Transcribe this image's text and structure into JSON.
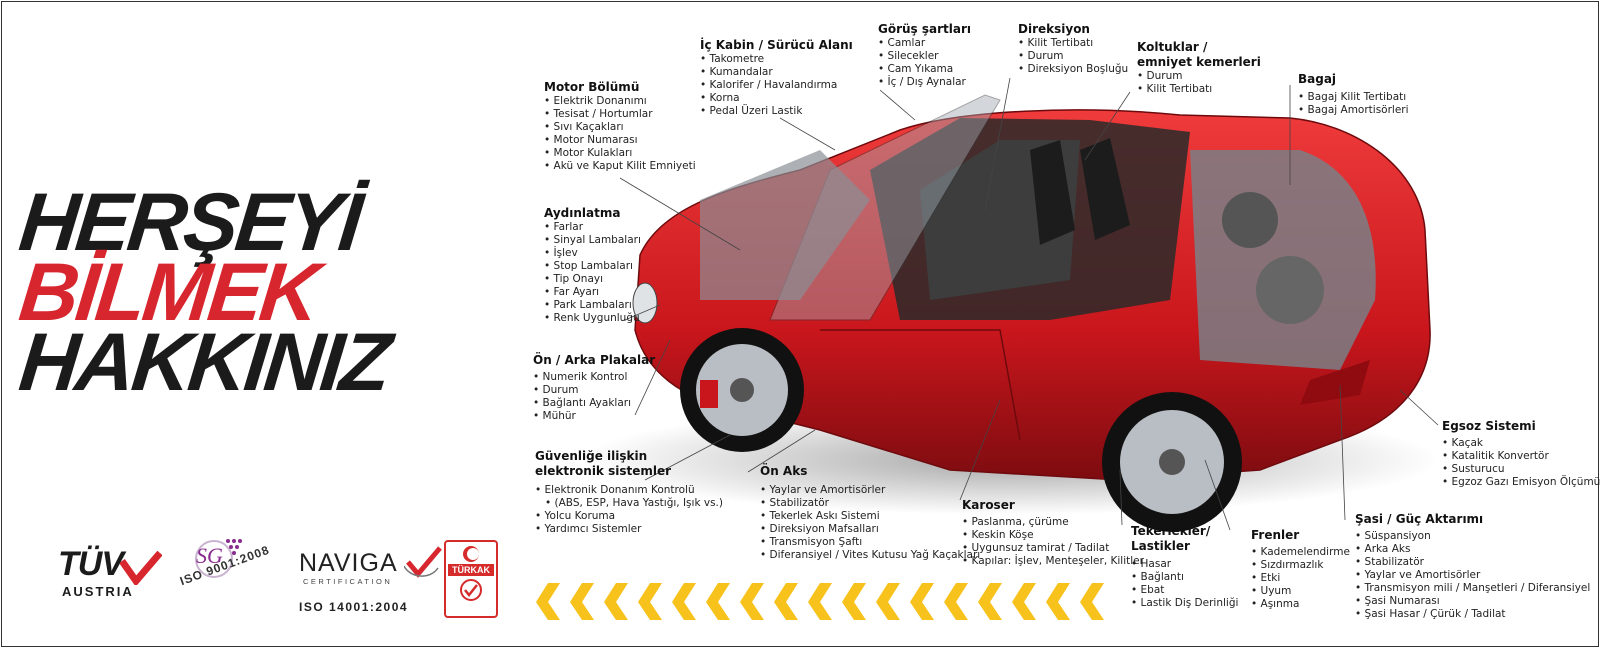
{
  "headline": {
    "line1": "HERŞEYİ",
    "line2": "BİLMEK",
    "line3": "HAKKINIZ"
  },
  "sections": {
    "motor": {
      "title": "Motor Bölümü",
      "items": [
        "Elektrik Donanımı",
        "Tesisat / Hortumlar",
        "Sıvı Kaçakları",
        "Motor Numarası",
        "Motor Kulakları",
        "Akü ve Kaput Kilit Emniyeti"
      ]
    },
    "kabin": {
      "title": "İç Kabin / Sürücü Alanı",
      "items": [
        "Takometre",
        "Kumandalar",
        "Kalorifer / Havalandırma",
        "Korna",
        "Pedal Üzeri Lastik"
      ]
    },
    "gorus": {
      "title": "Görüş şartları",
      "items": [
        "Camlar",
        "Silecekler",
        "Cam Yıkama",
        "İç / Dış Aynalar"
      ]
    },
    "direksiyon": {
      "title": "Direksiyon",
      "items": [
        "Kilit Tertibatı",
        "Durum",
        "Direksiyon Boşluğu"
      ]
    },
    "koltuklar": {
      "title_line1": "Koltuklar /",
      "title_line2": "emniyet kemerleri",
      "items": [
        "Durum",
        "Kilit Tertibatı"
      ]
    },
    "bagaj": {
      "title": "Bagaj",
      "items": [
        "Bagaj Kilit Tertibatı",
        "Bagaj Amortisörleri"
      ]
    },
    "aydinlatma": {
      "title": "Aydınlatma",
      "items": [
        "Farlar",
        "Sinyal Lambaları",
        "İşlev",
        "Stop Lambaları",
        "Tip Onayı",
        "Far Ayarı",
        "Park Lambaları",
        "Renk Uygunluğu"
      ]
    },
    "plakalar": {
      "title": "Ön / Arka Plakalar",
      "items": [
        "Numerik Kontrol",
        "Durum",
        "Bağlantı Ayakları",
        "Mühür"
      ]
    },
    "guvenlik": {
      "title_line1": "Güvenliğe ilişkin",
      "title_line2": "elektronik sistemler",
      "items": [
        "Elektronik Donanım Kontrolü",
        "Yolcu Koruma",
        "Yardımcı Sistemler"
      ],
      "item1_sub": "(ABS, ESP, Hava Yastığı, Işık vs.)"
    },
    "onaks": {
      "title": "Ön Aks",
      "items": [
        "Yaylar ve Amortisörler",
        "Stabilizatör",
        "Tekerlek Askı Sistemi",
        "Direksiyon Mafsalları",
        "Transmisyon Şaftı",
        "Diferansiyel / Vites Kutusu Yağ Kaçakları"
      ]
    },
    "karoser": {
      "title": "Karoser",
      "items": [
        "Paslanma, çürüme",
        "Keskin Köşe",
        "Uygunsuz tamirat / Tadilat",
        "Kapılar: İşlev, Menteşeler, Kilitler"
      ]
    },
    "tekerlek": {
      "title_line1": "Tekerlekler/",
      "title_line2": "Lastikler",
      "items": [
        "Hasar",
        "Bağlantı",
        "Ebat",
        "Lastik Diş Derinliği"
      ]
    },
    "frenler": {
      "title": "Frenler",
      "items": [
        "Kademelendirme",
        "Sızdırmazlık",
        "Etki",
        "Uyum",
        "Aşınma"
      ]
    },
    "sasi": {
      "title": "Şasi / Güç Aktarımı",
      "items": [
        "Süspansiyon",
        "Arka Aks",
        "Stabilizatör",
        "Yaylar ve Amortisörler",
        "Transmisyon mili / Manşetleri / Diferansiyel",
        "Şasi Numarası",
        "Şasi Hasar / Çürük / Tadilat"
      ]
    },
    "egsoz": {
      "title": "Egsoz Sistemi",
      "items": [
        "Kaçak",
        "Katalitik Konvertör",
        "Susturucu",
        "Egzoz Gazı Emisyon Ölçümü"
      ]
    }
  },
  "logos": {
    "tuv_main": "TÜV",
    "tuv_sub": "AUSTRIA",
    "sg": "SG",
    "sg_iso": "ISO 9001:2008",
    "naviga": "NAVIGA",
    "naviga_sub": "CERTIFICATION",
    "naviga_iso": "ISO 14001:2004",
    "turkak": "TÜRKAK"
  },
  "colors": {
    "accent_red": "#d8262f",
    "car_red": "#d81e24",
    "chevron_yellow": "#f6c21b",
    "dark": "#1b1b1b"
  }
}
